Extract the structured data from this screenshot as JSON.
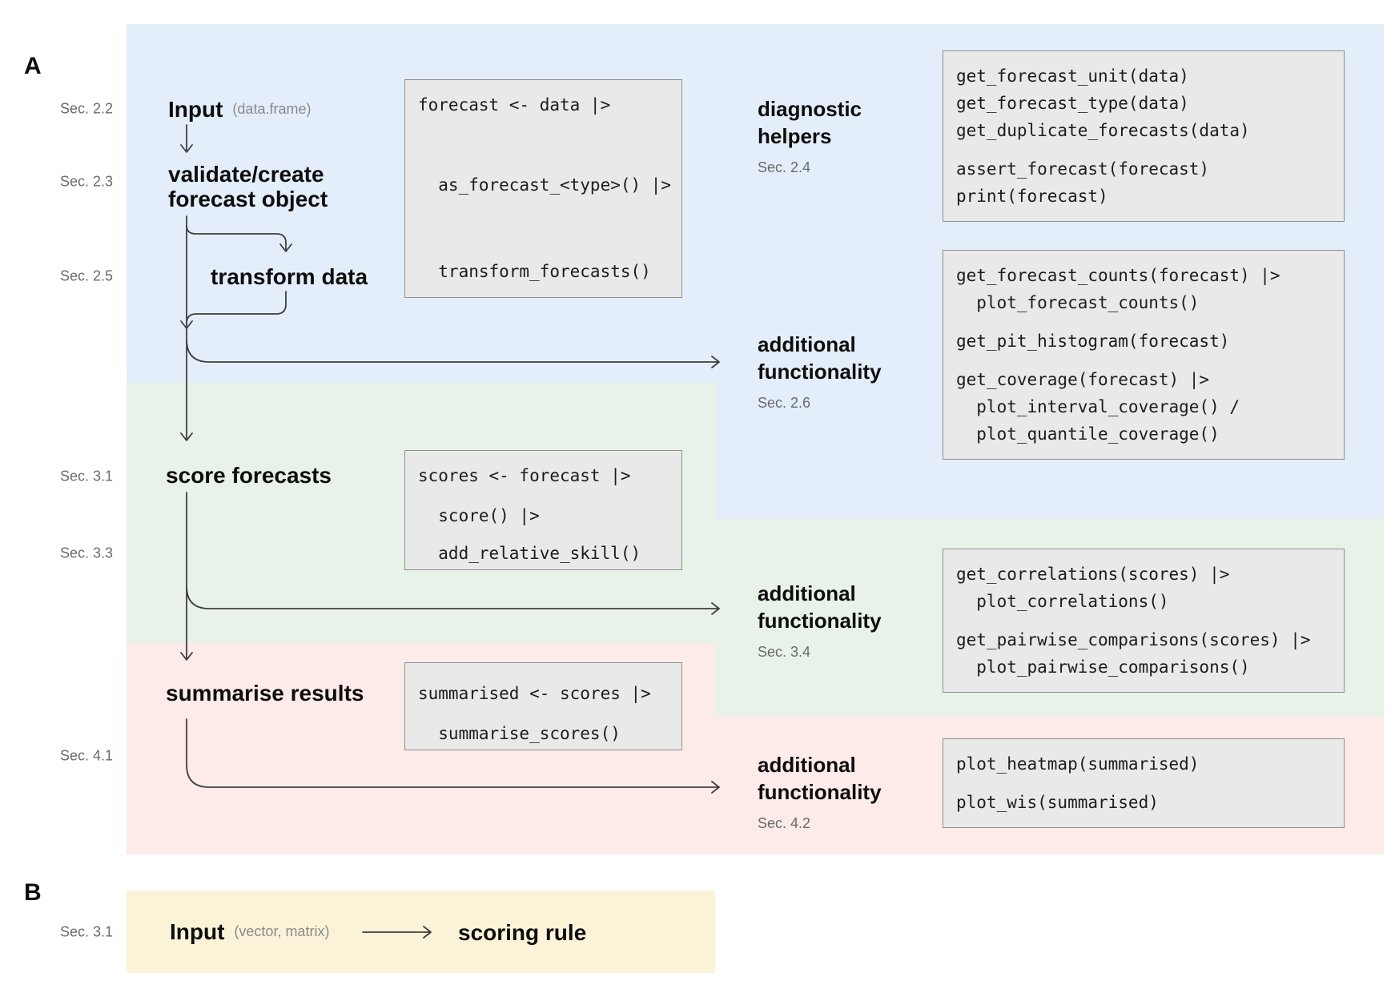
{
  "colors": {
    "blue": "#e4eefa",
    "green": "#e8f2e8",
    "pink": "#fcebe9",
    "yellow": "#faf3d8",
    "code_background": "#e9e9e9",
    "code_border": "#8f8f8f",
    "muted_text": "#6a6a6a",
    "arrow": "#3f3f3f"
  },
  "panel_a": {
    "label": "A",
    "sections": {
      "s22": "Sec. 2.2",
      "s23": "Sec. 2.3",
      "s25": "Sec. 2.5",
      "s31": "Sec. 3.1",
      "s33": "Sec. 3.3",
      "s41": "Sec. 4.1"
    },
    "flow": {
      "input": "Input",
      "input_note": "(data.frame)",
      "validate_line1": "validate/create",
      "validate_line2": "forecast object",
      "transform": "transform data",
      "score": "score forecasts",
      "summarise": "summarise results"
    },
    "side": {
      "diagnostic": {
        "title_line1": "diagnostic",
        "title_line2": "helpers",
        "section": "Sec. 2.4"
      },
      "func26": {
        "title_line1": "additional",
        "title_line2": "functionality",
        "section": "Sec. 2.6"
      },
      "func34": {
        "title_line1": "additional",
        "title_line2": "functionality",
        "section": "Sec. 3.4"
      },
      "func42": {
        "title_line1": "additional",
        "title_line2": "functionality",
        "section": "Sec. 4.2"
      }
    },
    "code": {
      "forecast": {
        "l1": "forecast <- data |>",
        "l2": "  as_forecast_<type>() |>",
        "l3": "  transform_forecasts()"
      },
      "scores": {
        "l1": "scores <- forecast |>",
        "l2": "  score() |>",
        "l3": "  add_relative_skill()"
      },
      "summarised": {
        "l1": "summarised <- scores |>",
        "l2": "  summarise_scores()"
      },
      "diagnostic": {
        "g1": [
          "get_forecast_unit(data)",
          "get_forecast_type(data)",
          "get_duplicate_forecasts(data)"
        ],
        "g2": [
          "assert_forecast(forecast)",
          "print(forecast)"
        ]
      },
      "func26": {
        "g1": [
          "get_forecast_counts(forecast) |>",
          "  plot_forecast_counts()"
        ],
        "g2": [
          "get_pit_histogram(forecast)"
        ],
        "g3": [
          "get_coverage(forecast) |>",
          "  plot_interval_coverage() /",
          "  plot_quantile_coverage()"
        ]
      },
      "func34": {
        "g1": [
          "get_correlations(scores) |>",
          "  plot_correlations()"
        ],
        "g2": [
          "get_pairwise_comparisons(scores) |>",
          "  plot_pairwise_comparisons()"
        ]
      },
      "func42": {
        "g1": [
          "plot_heatmap(summarised)"
        ],
        "g2": [
          "plot_wis(summarised)"
        ]
      }
    }
  },
  "panel_b": {
    "label": "B",
    "section": "Sec. 3.1",
    "input": "Input",
    "input_note": "(vector, matrix)",
    "target": "scoring rule"
  }
}
